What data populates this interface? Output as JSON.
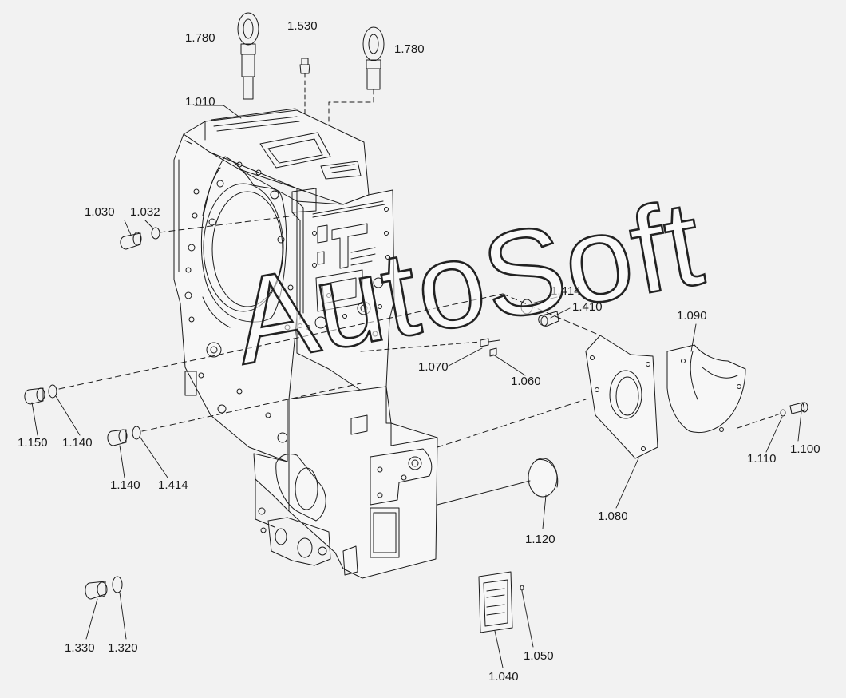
{
  "watermark": "AutoSoft",
  "labels": {
    "p1780a": "1.780",
    "p1530": "1.530",
    "p1780b": "1.780",
    "p1010": "1.010",
    "p1030": "1.030",
    "p1032": "1.032",
    "p1414a": "1.414",
    "p1410": "1.410",
    "p1090": "1.090",
    "p1070": "1.070",
    "p1060": "1.060",
    "p1150": "1.150",
    "p1140a": "1.140",
    "p1140b": "1.140",
    "p1414b": "1.414",
    "p1110": "1.110",
    "p1100": "1.100",
    "p1080": "1.080",
    "p1120": "1.120",
    "p1330": "1.330",
    "p1320": "1.320",
    "p1050": "1.050",
    "p1040": "1.040"
  },
  "colors": {
    "background": "#f2f2f2",
    "ink": "#1a1a1a"
  }
}
